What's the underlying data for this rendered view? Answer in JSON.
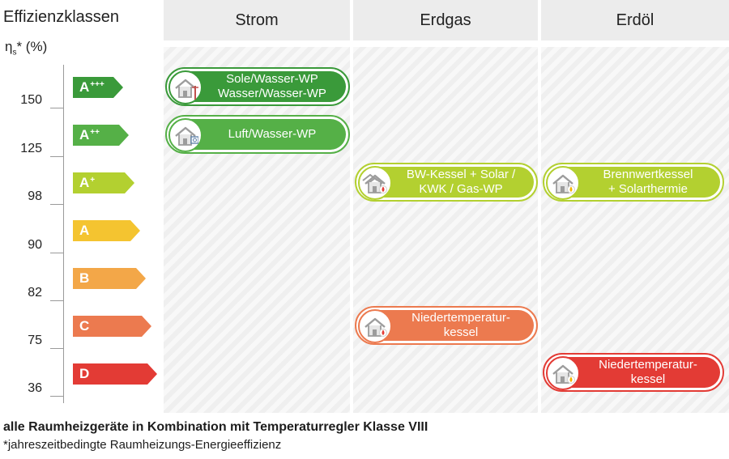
{
  "header": {
    "title": "Effizienzklassen",
    "axis_unit_prefix": "η",
    "axis_unit_sub": "s",
    "axis_unit_suffix": "* (%)"
  },
  "columns": [
    "Strom",
    "Erdgas",
    "Erdöl"
  ],
  "ticks": [
    "150",
    "125",
    "98",
    "90",
    "82",
    "75",
    "36"
  ],
  "classes": [
    {
      "base": "A",
      "sup": "+++",
      "color": "#3a9a3a"
    },
    {
      "base": "A",
      "sup": "++",
      "color": "#55b047"
    },
    {
      "base": "A",
      "sup": "+",
      "color": "#b3d030"
    },
    {
      "base": "A",
      "sup": "",
      "color": "#f4c430"
    },
    {
      "base": "B",
      "sup": "",
      "color": "#f3a748"
    },
    {
      "base": "C",
      "sup": "",
      "color": "#ec7a4f"
    },
    {
      "base": "D",
      "sup": "",
      "color": "#e33b35"
    }
  ],
  "devices": [
    {
      "line1": "Sole/Wasser-WP",
      "line2": "Wasser/Wasser-WP",
      "color": "#3a9a3a",
      "icon": "ground-heat-pump-house-icon"
    },
    {
      "line1": "Luft/Wasser-WP",
      "line2": "",
      "color": "#55b047",
      "icon": "air-heat-pump-house-icon"
    },
    {
      "line1": "BW-Kessel + Solar /",
      "line2": "KWK / Gas-WP",
      "color": "#b3d030",
      "icon": "gas-houses-icon"
    },
    {
      "line1": "Brennwertkessel",
      "line2": "+ Solarthermie",
      "color": "#b3d030",
      "icon": "oil-house-icon"
    },
    {
      "line1": "Niedertemperatur-",
      "line2": "kessel",
      "color": "#ec7a4f",
      "icon": "gas-house-icon"
    },
    {
      "line1": "Niedertemperatur-",
      "line2": "kessel",
      "color": "#e33b35",
      "icon": "oil-house-icon"
    }
  ],
  "footer": {
    "note": "alle Raumheizgeräte in Kombination mit Temperaturregler Klasse VIII",
    "footnote": "*jahreszeitbedingte Raumheizungs-Energieeffizienz"
  }
}
